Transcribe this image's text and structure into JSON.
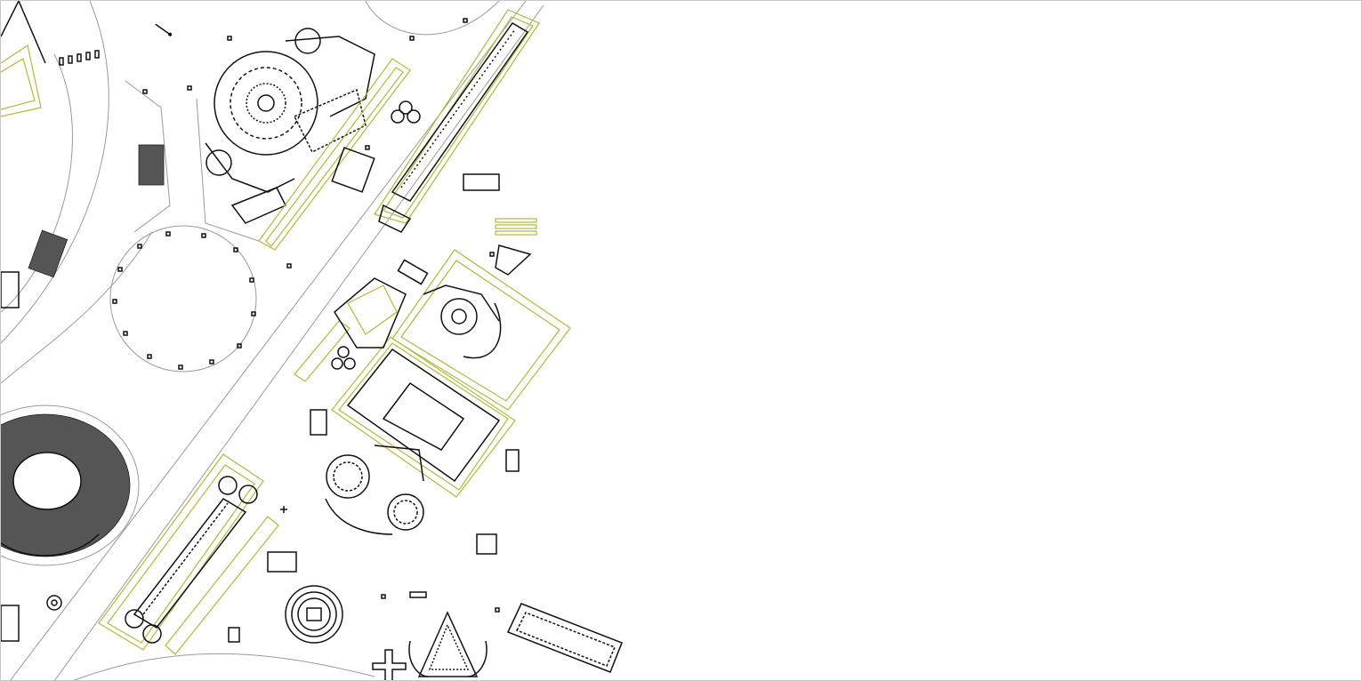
{
  "viewer": {
    "mode": "cad-plan",
    "background": "#ffffff",
    "frame_color": "#c8c8c8"
  },
  "layers": [
    {
      "name": "streets-and-terrain",
      "color": "#9a9a9a"
    },
    {
      "name": "building-outlines",
      "color": "#111111"
    },
    {
      "name": "colonnade-and-porticoes",
      "color": "#b5b83a"
    },
    {
      "name": "amphitheatre-seating",
      "color": "#555555"
    }
  ],
  "icons": {
    "compass": "compass-icon"
  }
}
